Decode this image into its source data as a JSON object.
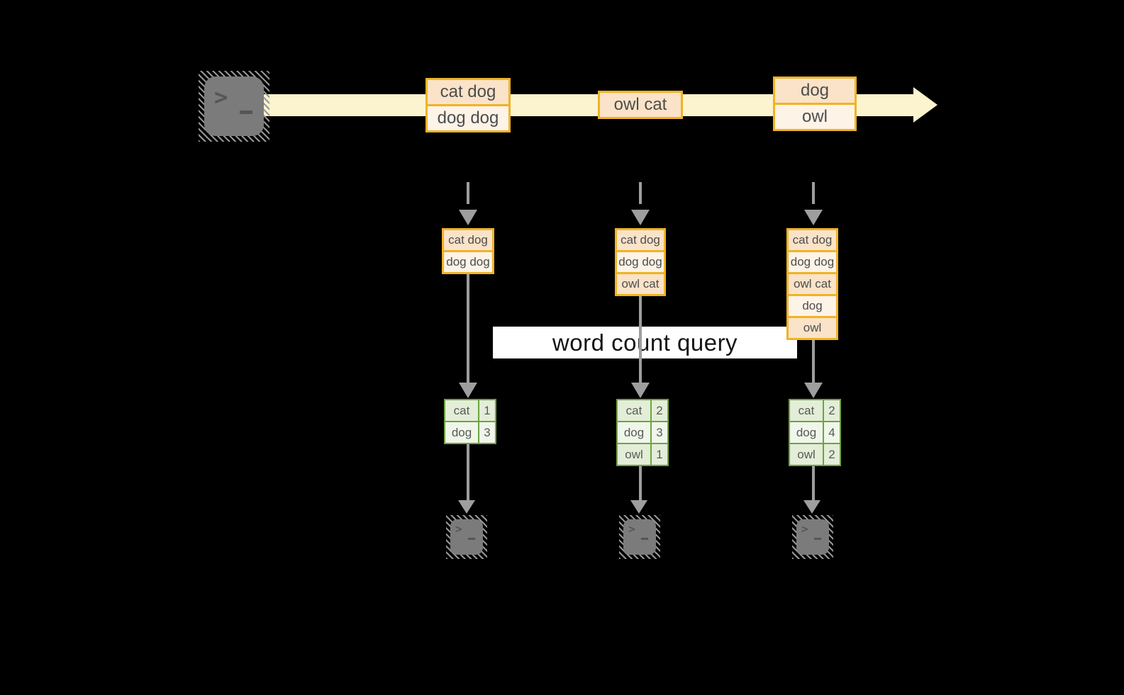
{
  "colors": {
    "background": "#000000",
    "stream_band": "#FCF3CF",
    "box_border": "#F0B323",
    "box_row_dark": "#FAE3C8",
    "box_row_light": "#FDF3E7",
    "table_border": "#6FA43F",
    "table_row_dark": "#E3EDD8",
    "table_row_light": "#F0F6EA",
    "arrow_gray": "#9E9E9E",
    "terminal_gray": "#7B7B7B"
  },
  "icons": {
    "terminal_glyph": ">"
  },
  "stream": {
    "batches": [
      {
        "rows": [
          "cat dog",
          "dog dog"
        ]
      },
      {
        "rows": [
          "owl cat"
        ]
      },
      {
        "rows": [
          "dog",
          "owl"
        ]
      }
    ]
  },
  "states": [
    {
      "rows": [
        "cat dog",
        "dog dog"
      ]
    },
    {
      "rows": [
        "cat dog",
        "dog dog",
        "owl cat"
      ]
    },
    {
      "rows": [
        "cat dog",
        "dog dog",
        "owl cat",
        "dog",
        "owl"
      ]
    }
  ],
  "query": {
    "label": "word count query"
  },
  "counts": [
    {
      "rows": [
        {
          "word": "cat",
          "count": "1"
        },
        {
          "word": "dog",
          "count": "3"
        }
      ]
    },
    {
      "rows": [
        {
          "word": "cat",
          "count": "2"
        },
        {
          "word": "dog",
          "count": "3"
        },
        {
          "word": "owl",
          "count": "1"
        }
      ]
    },
    {
      "rows": [
        {
          "word": "cat",
          "count": "2"
        },
        {
          "word": "dog",
          "count": "4"
        },
        {
          "word": "owl",
          "count": "2"
        }
      ]
    }
  ]
}
